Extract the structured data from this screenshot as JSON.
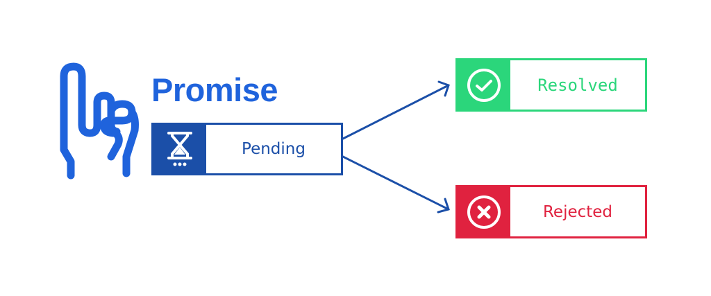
{
  "title": "Promise",
  "colors": {
    "brand": "#1f63dc",
    "pending": "#1b4fa8",
    "resolved": "#2bd67b",
    "rejected": "#e0223f",
    "background": "#ffffff"
  },
  "logo": {
    "icon": "pinky-promise-hand-icon"
  },
  "states": {
    "pending": {
      "label": "Pending",
      "icon": "hourglass-icon"
    },
    "resolved": {
      "label": "Resolved",
      "icon": "check-circle-icon"
    },
    "rejected": {
      "label": "Rejected",
      "icon": "x-circle-icon"
    }
  },
  "edges": [
    {
      "from": "Pending",
      "to": "Resolved"
    },
    {
      "from": "Pending",
      "to": "Rejected"
    }
  ]
}
